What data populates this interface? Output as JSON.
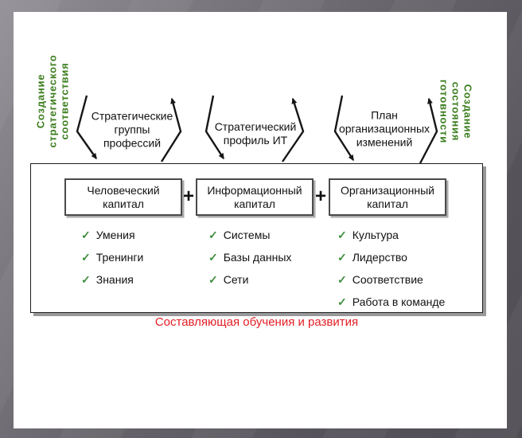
{
  "slide": {
    "left_vertical_label": {
      "lines": [
        "Создание",
        "стратегического",
        "соответствия"
      ],
      "color": "#3d7e1f"
    },
    "right_vertical_label": {
      "lines": [
        "Создание",
        "состояния",
        "готовности"
      ],
      "color": "#3d7e1f"
    },
    "flow_labels": [
      {
        "lines": [
          "Стратегические",
          "группы",
          "профессий"
        ]
      },
      {
        "lines": [
          "Стратегический",
          "профиль ИТ",
          ""
        ]
      },
      {
        "lines": [
          "План",
          "организационных",
          "изменений"
        ]
      }
    ],
    "plus_sign": "+",
    "check_icon": "✓",
    "capitals": [
      {
        "title_lines": [
          "Человеческий",
          "капитал"
        ],
        "items": [
          "Умения",
          "Тренинги",
          "Знания"
        ]
      },
      {
        "title_lines": [
          "Информационный",
          "капитал"
        ],
        "items": [
          "Системы",
          "Базы данных",
          "Сети"
        ]
      },
      {
        "title_lines": [
          "Организационный",
          "капитал"
        ],
        "items": [
          "Культура",
          "Лидерство",
          "Соответствие",
          "Работа в команде"
        ]
      }
    ],
    "caption": {
      "text": "Составляющая обучения и развития",
      "color": "#e31e24"
    },
    "arrow_color": "#161616"
  }
}
